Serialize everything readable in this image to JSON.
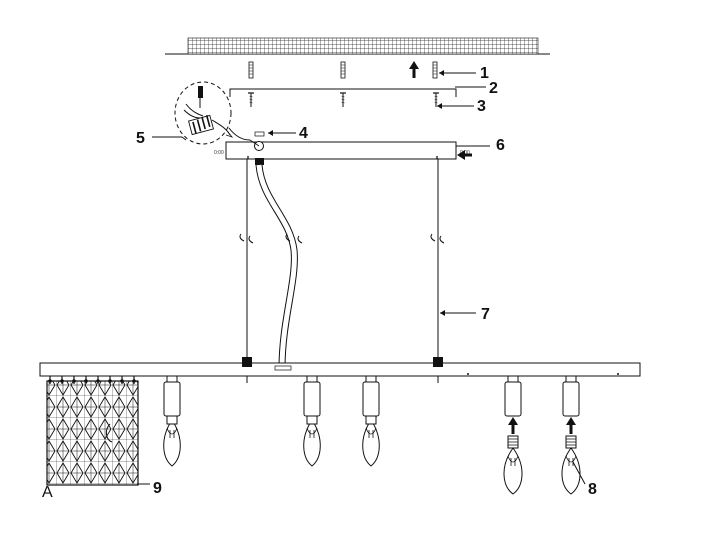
{
  "diagram": {
    "callouts": [
      {
        "id": "1",
        "label": "1"
      },
      {
        "id": "2",
        "label": "2"
      },
      {
        "id": "3",
        "label": "3"
      },
      {
        "id": "4",
        "label": "4"
      },
      {
        "id": "5",
        "label": "5"
      },
      {
        "id": "6",
        "label": "6"
      },
      {
        "id": "7",
        "label": "7"
      },
      {
        "id": "8",
        "label": "8"
      },
      {
        "id": "9",
        "label": "9"
      }
    ],
    "detail_letter": "A",
    "canopy_marks": {
      "left": "0:00",
      "right": "0:00"
    },
    "colors": {
      "line": "#111111",
      "background": "#ffffff"
    }
  }
}
